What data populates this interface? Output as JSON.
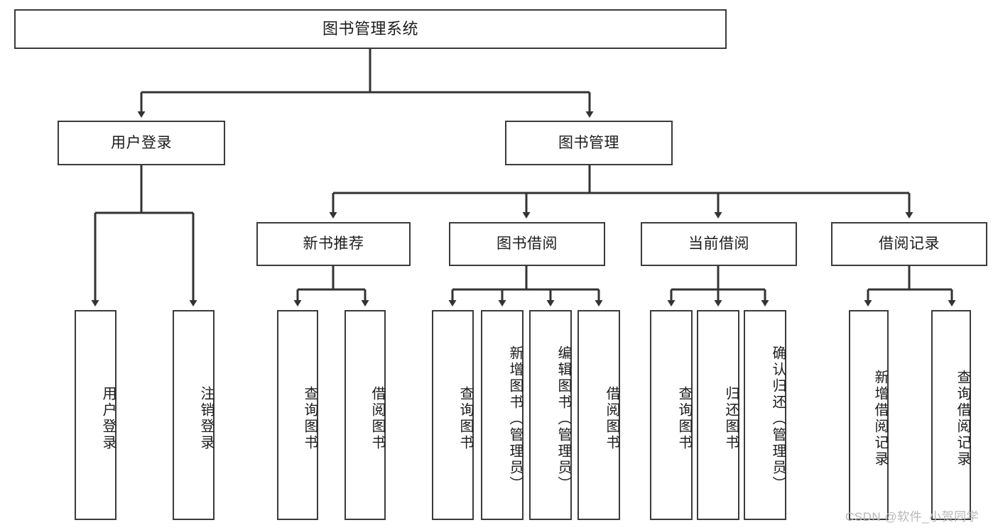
{
  "diagram": {
    "type": "tree-hierarchy-chart",
    "title": "图书管理系统",
    "root": {
      "label": "图书管理系统"
    },
    "level2": [
      {
        "label": "用户登录"
      },
      {
        "label": "图书管理"
      }
    ],
    "level3": [
      {
        "label": "新书推荐"
      },
      {
        "label": "图书借阅"
      },
      {
        "label": "当前借阅"
      },
      {
        "label": "借阅记录"
      }
    ],
    "leaves": {
      "user_login": [
        {
          "label": "用户登录"
        },
        {
          "label": "注销登录"
        }
      ],
      "new_book_recommend": [
        {
          "label": "查询图书"
        },
        {
          "label": "借阅图书"
        }
      ],
      "book_borrow": [
        {
          "label": "查询图书"
        },
        {
          "label": "新增图书（管理员）"
        },
        {
          "label": "编辑图书（管理员）"
        },
        {
          "label": "借阅图书"
        }
      ],
      "current_borrow": [
        {
          "label": "查询图书"
        },
        {
          "label": "归还图书"
        },
        {
          "label": "确认归还（管理员）"
        }
      ],
      "borrow_record": [
        {
          "label": "新增借阅记录"
        },
        {
          "label": "查询借阅记录"
        }
      ]
    }
  },
  "watermark": {
    "text": "CSDN @软件_小贺同学"
  },
  "colors": {
    "box_border": "#3b3b3b",
    "box_fill": "#ffffff",
    "connector": "#333333",
    "text": "#1c1c1c",
    "watermark": "#b8b8b8"
  }
}
